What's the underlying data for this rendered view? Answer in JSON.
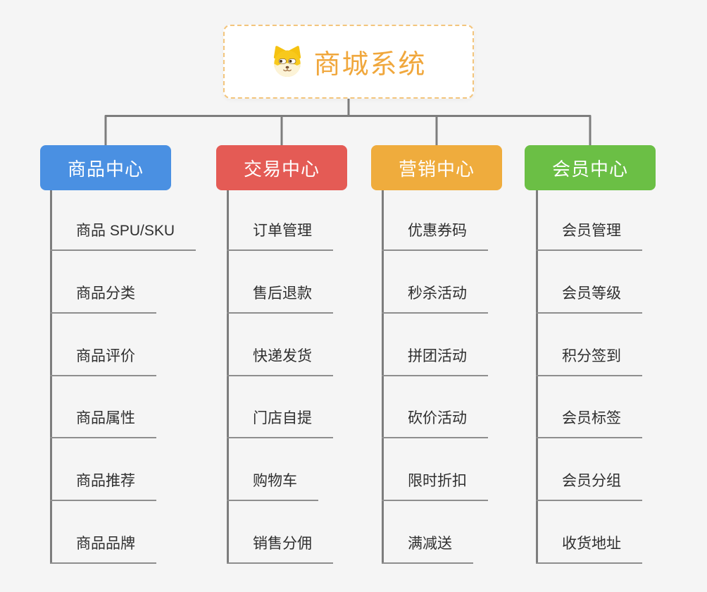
{
  "root": {
    "title": "商城系统",
    "icon": "dog-face-icon"
  },
  "branches": [
    {
      "label": "商品中心",
      "color": "#4a90e2",
      "children": [
        "商品 SPU/SKU",
        "商品分类",
        "商品评价",
        "商品属性",
        "商品推荐",
        "商品品牌"
      ]
    },
    {
      "label": "交易中心",
      "color": "#e45b55",
      "children": [
        "订单管理",
        "售后退款",
        "快递发货",
        "门店自提",
        "购物车",
        "销售分佣"
      ]
    },
    {
      "label": "营销中心",
      "color": "#efac3d",
      "children": [
        "优惠券码",
        "秒杀活动",
        "拼团活动",
        "砍价活动",
        "限时折扣",
        "满减送"
      ]
    },
    {
      "label": "会员中心",
      "color": "#6bbf45",
      "children": [
        "会员管理",
        "会员等级",
        "积分签到",
        "会员标签",
        "会员分组",
        "收货地址"
      ]
    }
  ],
  "colors": {
    "background": "#f5f5f5",
    "root_border": "#f3c57c",
    "root_title": "#f0a73c",
    "connector_line": "#7d7d7d",
    "leaf_underline": "#8e8e8e",
    "leaf_text": "#2f2f2f"
  }
}
